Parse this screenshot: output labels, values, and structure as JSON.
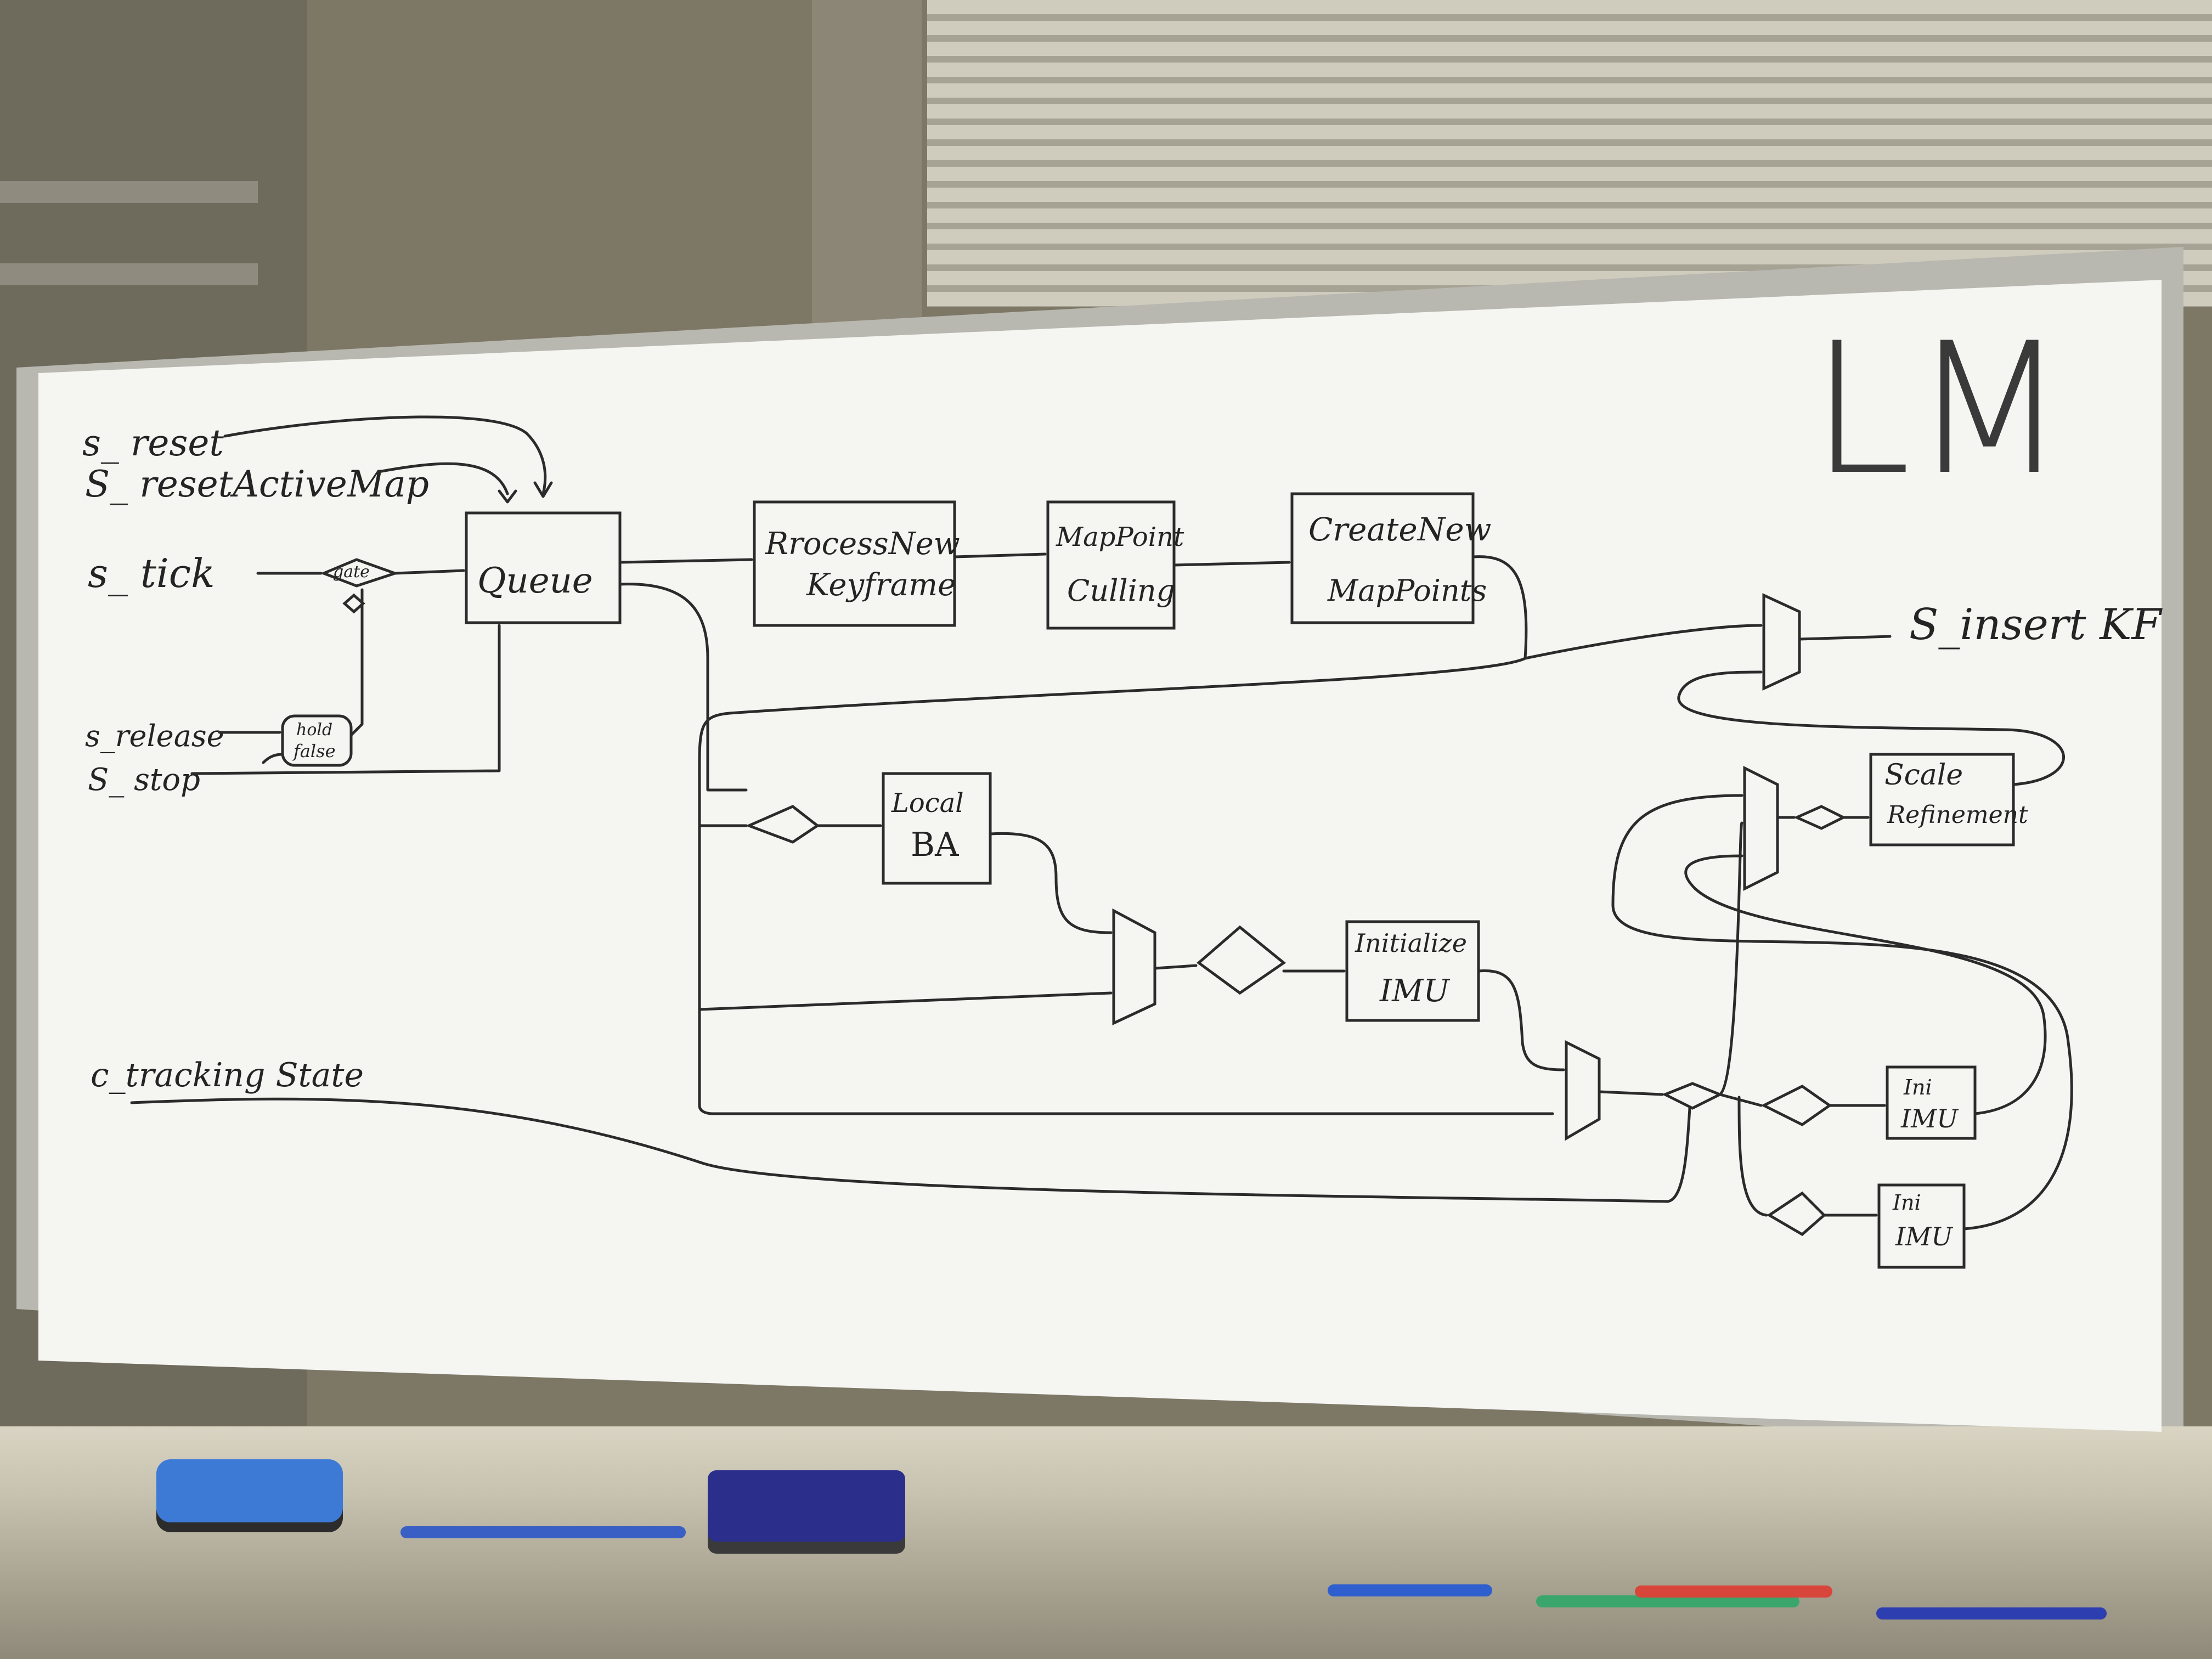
{
  "diagram": {
    "title": "LM",
    "inputs": {
      "reset": "s_ reset",
      "reset_active_map": "S_ resetActiveMap",
      "tick": "s_ tick",
      "release": "s_release",
      "stop": "S_ stop",
      "tracking_state": "c_tracking State"
    },
    "gates": {
      "gate_label": "gate",
      "hold_line1": "hold",
      "hold_line2": "false"
    },
    "blocks": {
      "queue": "Queue",
      "process_line1": "RrocessNew",
      "process_line2": "Keyframe",
      "culling_line1": "MapPoint",
      "culling_line2": "Culling",
      "create_line1": "CreateNew",
      "create_line2": "MapPoints",
      "local_ba_line1": "Local",
      "local_ba_line2": "BA",
      "init_imu_line1": "Initialize",
      "init_imu_line2": "IMU",
      "scale_line1": "Scale",
      "scale_line2": "Refinement",
      "ini_imu_a_line1": "Ini",
      "ini_imu_a_line2": "IMU",
      "ini_imu_b_line1": "Ini",
      "ini_imu_b_line2": "IMU"
    },
    "outputs": {
      "insert_kf": "S_insert KF"
    }
  }
}
